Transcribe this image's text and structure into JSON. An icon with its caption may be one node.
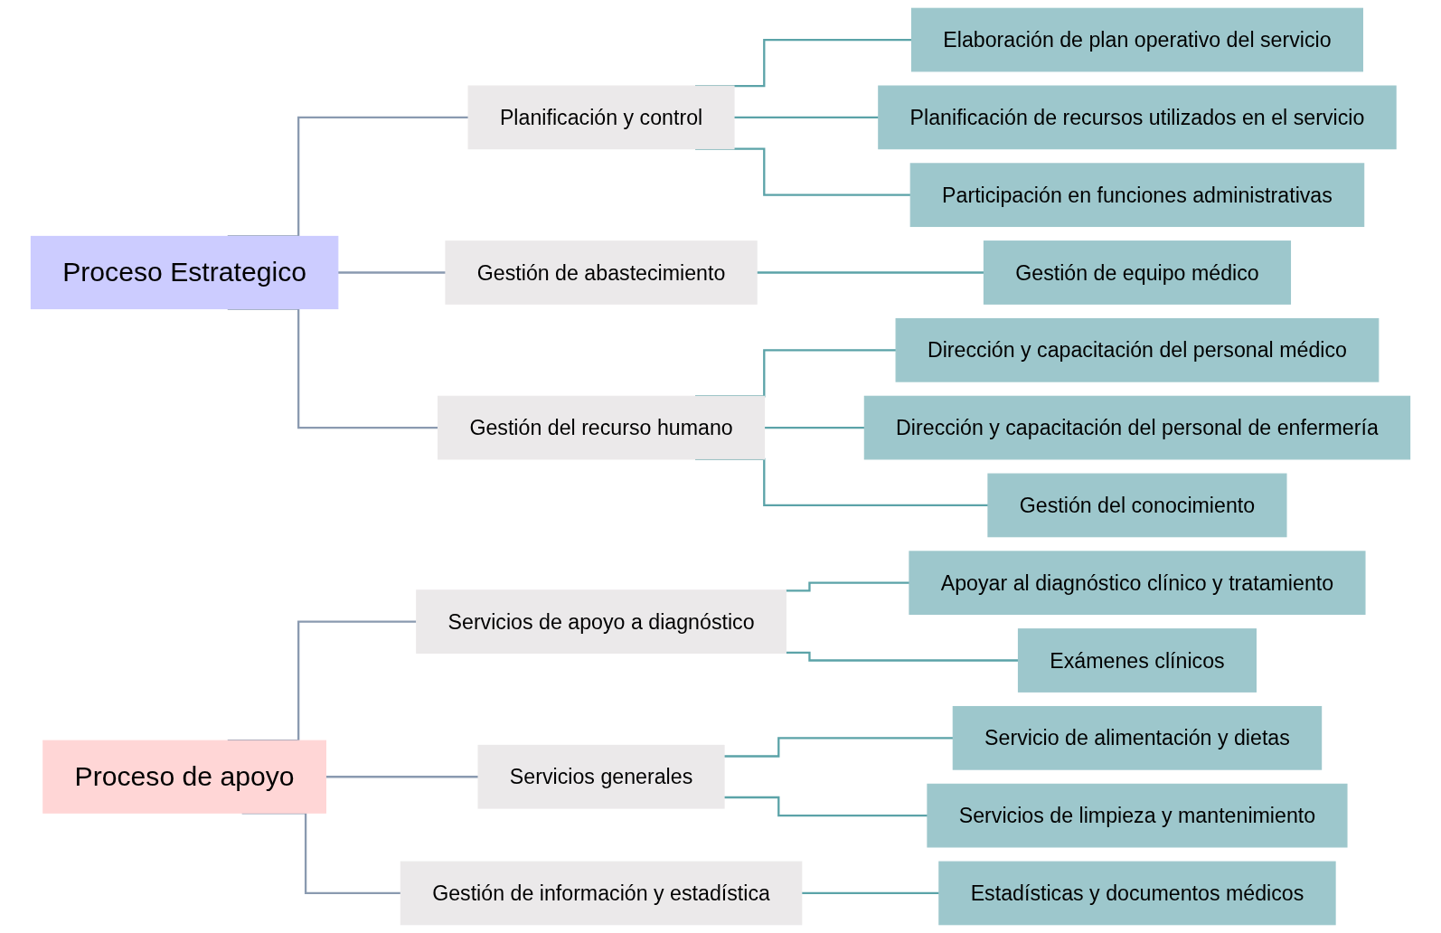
{
  "diagram": {
    "nodes": [
      {
        "text": [
          "Proceso Estrategico"
        ]
      },
      {
        "text": [
          "Planificación y control"
        ]
      },
      {
        "text": [
          "Gestión de abastecimiento"
        ]
      },
      {
        "text": [
          "Gestión del recurso humano"
        ]
      },
      {
        "text": [
          "Elaboración de plan operativo del servicio"
        ]
      },
      {
        "text": [
          "Planificación de recursos utilizados en el servicio"
        ]
      },
      {
        "text": [
          "Participación en funciones administrativas"
        ]
      },
      {
        "text": [
          "Gestión de equipo médico"
        ]
      },
      {
        "text": [
          "Dirección y capacitación del personal médico"
        ]
      },
      {
        "text": [
          "Dirección y capacitación del personal de enfermería"
        ]
      },
      {
        "text": [
          "Gestión del conocimiento"
        ]
      },
      {
        "text": [
          "Proceso de apoyo"
        ]
      },
      {
        "text": [
          "Servicios de apoyo a diagnóstico"
        ]
      },
      {
        "text": [
          "Servicios generales"
        ]
      },
      {
        "text": [
          "Gestión de información y estadística"
        ]
      },
      {
        "text": [
          "Apoyar al diagnóstico clínico y tratamiento"
        ]
      },
      {
        "text": [
          "Exámenes clínicos"
        ]
      },
      {
        "text": [
          "Servicio de alimentación y dietas"
        ]
      },
      {
        "text": [
          "Servicios de limpieza y mantenimiento"
        ]
      },
      {
        "text": [
          "Estadísticas y documentos médicos"
        ]
      }
    ],
    "edges": [
      {
        "from": 0,
        "to": 1,
        "arrow": "none",
        "color": "#8a9ab0"
      },
      {
        "from": 0,
        "to": 2,
        "arrow": "none",
        "color": "#8a9ab0"
      },
      {
        "from": 0,
        "to": 3,
        "arrow": "none",
        "color": "#8a9ab0"
      },
      {
        "from": 1,
        "to": 4,
        "arrow": "none"
      },
      {
        "from": 1,
        "to": 5,
        "arrow": "none"
      },
      {
        "from": 1,
        "to": 6,
        "arrow": "none"
      },
      {
        "from": 2,
        "to": 7,
        "arrow": "none"
      },
      {
        "from": 3,
        "to": 8,
        "arrow": "none"
      },
      {
        "from": 3,
        "to": 9,
        "arrow": "none"
      },
      {
        "from": 3,
        "to": 10,
        "arrow": "none"
      },
      {
        "from": 11,
        "to": 12,
        "arrow": "none",
        "color": "#8a9ab0"
      },
      {
        "from": 11,
        "to": 13,
        "arrow": "none",
        "color": "#8a9ab0"
      },
      {
        "from": 11,
        "to": 14,
        "arrow": "none",
        "color": "#8a9ab0"
      },
      {
        "from": 12,
        "to": 15,
        "arrow": "none"
      },
      {
        "from": 12,
        "to": 16,
        "arrow": "none"
      },
      {
        "from": 13,
        "to": 17,
        "arrow": "none"
      },
      {
        "from": 13,
        "to": 18,
        "arrow": "none"
      },
      {
        "from": 14,
        "to": 19,
        "arrow": "none"
      }
    ]
  }
}
